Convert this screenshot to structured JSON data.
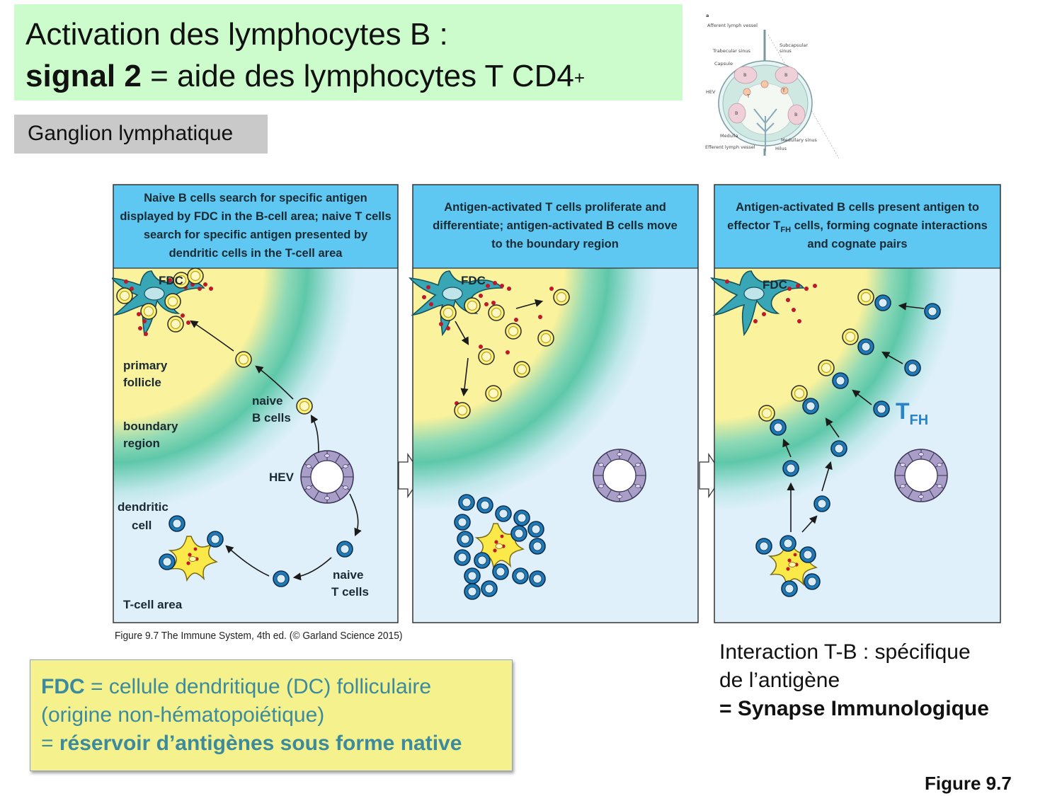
{
  "title": {
    "line1": "Activation des lymphocytes B :",
    "line2_bold": "signal 2",
    "line2_rest": " = aide des lymphocytes T CD4",
    "line2_sup": "+"
  },
  "location_tag": "Ganglion lymphatique",
  "panels": [
    {
      "header_lines": [
        "Naive B cells search for specific antigen",
        "displayed by FDC in the B-cell area; naive T cells",
        "search for specific antigen presented by",
        "dendritic cells in the T-cell area"
      ]
    },
    {
      "header_lines": [
        "Antigen-activated T cells proliferate and",
        "differentiate; antigen-activated B cells move",
        "to the boundary region"
      ]
    },
    {
      "header_lines": [
        "Antigen-activated B cells present antigen to",
        "effector T",
        "FH",
        " cells, forming cognate interactions",
        "and cognate pairs"
      ]
    }
  ],
  "panel_labels": {
    "fdc": "FDC",
    "primary": "primary",
    "follicle": "follicle",
    "boundary": "boundary",
    "region": "region",
    "naive_b1": "naive",
    "naive_b2": "B cells",
    "hev": "HEV",
    "dendritic1": "dendritic",
    "dendritic2": "cell",
    "naive_t1": "naive",
    "naive_t2": "T cells",
    "tcell_area": "T-cell area",
    "tfh_main": "T",
    "tfh_sub": "FH"
  },
  "inset_labels": {
    "a": "a",
    "afferent": "Afferent lymph vessel",
    "trabecular": "Trabecular sinus",
    "capsule": "Capsule",
    "hev": "HEV",
    "medulla": "Medulla",
    "efferent": "Efferent lymph vessel",
    "subcapsular1": "Subcapsular",
    "subcapsular2": "sinus",
    "medullary": "Medullary sinus",
    "hilus": "Hilus",
    "b": "B",
    "t": "T"
  },
  "caption": "Figure 9.7 The Immune System, 4th ed. (© Garland Science 2015)",
  "fdc_box": {
    "l1_bold": "FDC",
    "l1_rest": " = cellule dendritique (DC) folliculaire",
    "l2": "(origine non-hématopoiétique)",
    "l3_pre": "= ",
    "l3_bold": "réservoir d’antigènes sous forme native"
  },
  "note": {
    "l1": "Interaction T-B : spécifique",
    "l2": "de l’antigène",
    "l3": "= Synapse Immunologique"
  },
  "figure_label": "Figure 9.7",
  "colors": {
    "title_bg": "#ccfccc",
    "tag_bg": "#c9c9c9",
    "panel_header": "#5ec8f2",
    "follicle": "#faf29c",
    "tcell_area": "#dff0fb",
    "fdc_box_bg": "#f5f28e",
    "fdc_text": "#3b8a9d"
  }
}
